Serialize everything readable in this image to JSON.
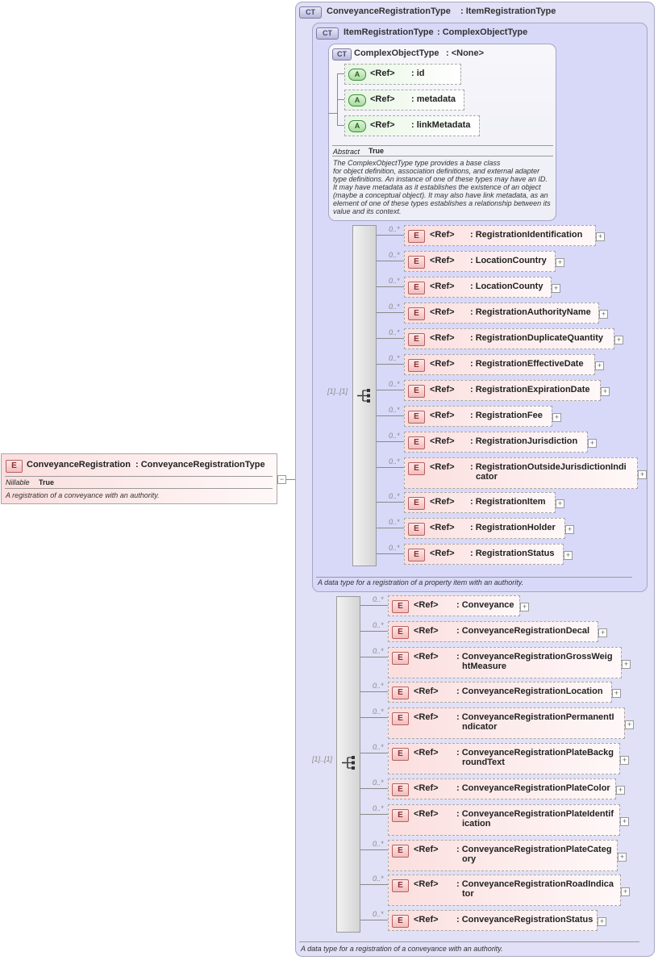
{
  "root": {
    "badge": "E",
    "name": "ConveyanceRegistration",
    "type": ": ConveyanceRegistrationType",
    "nillable_label": "Nillable",
    "nillable_value": "True",
    "doc": "A registration of a conveyance with an authority.",
    "collapse": "−"
  },
  "ct_conveyance": {
    "badge": "CT",
    "name": "ConveyanceRegistrationType",
    "base": ": ItemRegistrationType",
    "doc": "A data type for a registration of a conveyance with an authority."
  },
  "ct_item": {
    "badge": "CT",
    "name": "ItemRegistrationType",
    "base": ": ComplexObjectType",
    "doc": "A data type for a registration of a property item with an authority."
  },
  "ct_complex": {
    "badge": "CT",
    "name": "ComplexObjectType",
    "base": ": <None>",
    "abstract_label": "Abstract",
    "abstract_value": "True",
    "doc_lines": [
      "The ComplexObjectType type provides a base class",
      "for object definition, association definitions, and external adapter",
      "type definitions. An instance of one of these types may have an ID.",
      "It may have metadata as it establishes the existence of an object",
      "(maybe a conceptual object). It may also have link metadata, as an",
      "element of one of these types establishes a relationship between its",
      "value and its context."
    ],
    "attributes": [
      {
        "badge": "A",
        "ref": "<Ref>",
        "name": ": id"
      },
      {
        "badge": "A",
        "ref": "<Ref>",
        "name": ": metadata"
      },
      {
        "badge": "A",
        "ref": "<Ref>",
        "name": ": linkMetadata"
      }
    ]
  },
  "seq_item": {
    "cardinality": "[1]..[1]",
    "elements": [
      {
        "card": "0..*",
        "ref": "<Ref>",
        "name": [
          ": RegistrationIdentification"
        ]
      },
      {
        "card": "0..*",
        "ref": "<Ref>",
        "name": [
          ": LocationCountry"
        ]
      },
      {
        "card": "0..*",
        "ref": "<Ref>",
        "name": [
          ": LocationCounty"
        ]
      },
      {
        "card": "0..*",
        "ref": "<Ref>",
        "name": [
          ": RegistrationAuthorityName"
        ]
      },
      {
        "card": "0..*",
        "ref": "<Ref>",
        "name": [
          ": RegistrationDuplicateQuantity"
        ]
      },
      {
        "card": "0..*",
        "ref": "<Ref>",
        "name": [
          ": RegistrationEffectiveDate"
        ]
      },
      {
        "card": "0..*",
        "ref": "<Ref>",
        "name": [
          ": RegistrationExpirationDate"
        ]
      },
      {
        "card": "0..*",
        "ref": "<Ref>",
        "name": [
          ": RegistrationFee"
        ]
      },
      {
        "card": "0..*",
        "ref": "<Ref>",
        "name": [
          ": RegistrationJurisdiction"
        ]
      },
      {
        "card": "0..*",
        "ref": "<Ref>",
        "name": [
          ": RegistrationOutsideJurisdictionIndi",
          "cator"
        ]
      },
      {
        "card": "0..*",
        "ref": "<Ref>",
        "name": [
          ": RegistrationItem"
        ]
      },
      {
        "card": "0..*",
        "ref": "<Ref>",
        "name": [
          ": RegistrationHolder"
        ]
      },
      {
        "card": "0..*",
        "ref": "<Ref>",
        "name": [
          ": RegistrationStatus"
        ]
      }
    ]
  },
  "seq_conveyance": {
    "cardinality": "[1]..[1]",
    "elements": [
      {
        "card": "0..*",
        "ref": "<Ref>",
        "name": [
          ": Conveyance"
        ]
      },
      {
        "card": "0..*",
        "ref": "<Ref>",
        "name": [
          ": ConveyanceRegistrationDecal"
        ]
      },
      {
        "card": "0..*",
        "ref": "<Ref>",
        "name": [
          ": ConveyanceRegistrationGrossWeig",
          "htMeasure"
        ]
      },
      {
        "card": "0..*",
        "ref": "<Ref>",
        "name": [
          ": ConveyanceRegistrationLocation"
        ]
      },
      {
        "card": "0..*",
        "ref": "<Ref>",
        "name": [
          ": ConveyanceRegistrationPermanentI",
          "ndicator"
        ]
      },
      {
        "card": "0..*",
        "ref": "<Ref>",
        "name": [
          ": ConveyanceRegistrationPlateBackg",
          "roundText"
        ]
      },
      {
        "card": "0..*",
        "ref": "<Ref>",
        "name": [
          ": ConveyanceRegistrationPlateColor"
        ]
      },
      {
        "card": "0..*",
        "ref": "<Ref>",
        "name": [
          ": ConveyanceRegistrationPlateIdentif",
          "ication"
        ]
      },
      {
        "card": "0..*",
        "ref": "<Ref>",
        "name": [
          ": ConveyanceRegistrationPlateCateg",
          "ory"
        ]
      },
      {
        "card": "0..*",
        "ref": "<Ref>",
        "name": [
          ": ConveyanceRegistrationRoadIndica",
          "tor"
        ]
      },
      {
        "card": "0..*",
        "ref": "<Ref>",
        "name": [
          ": ConveyanceRegistrationStatus"
        ]
      }
    ]
  },
  "element_badge": "E",
  "expand_symbol": "+"
}
